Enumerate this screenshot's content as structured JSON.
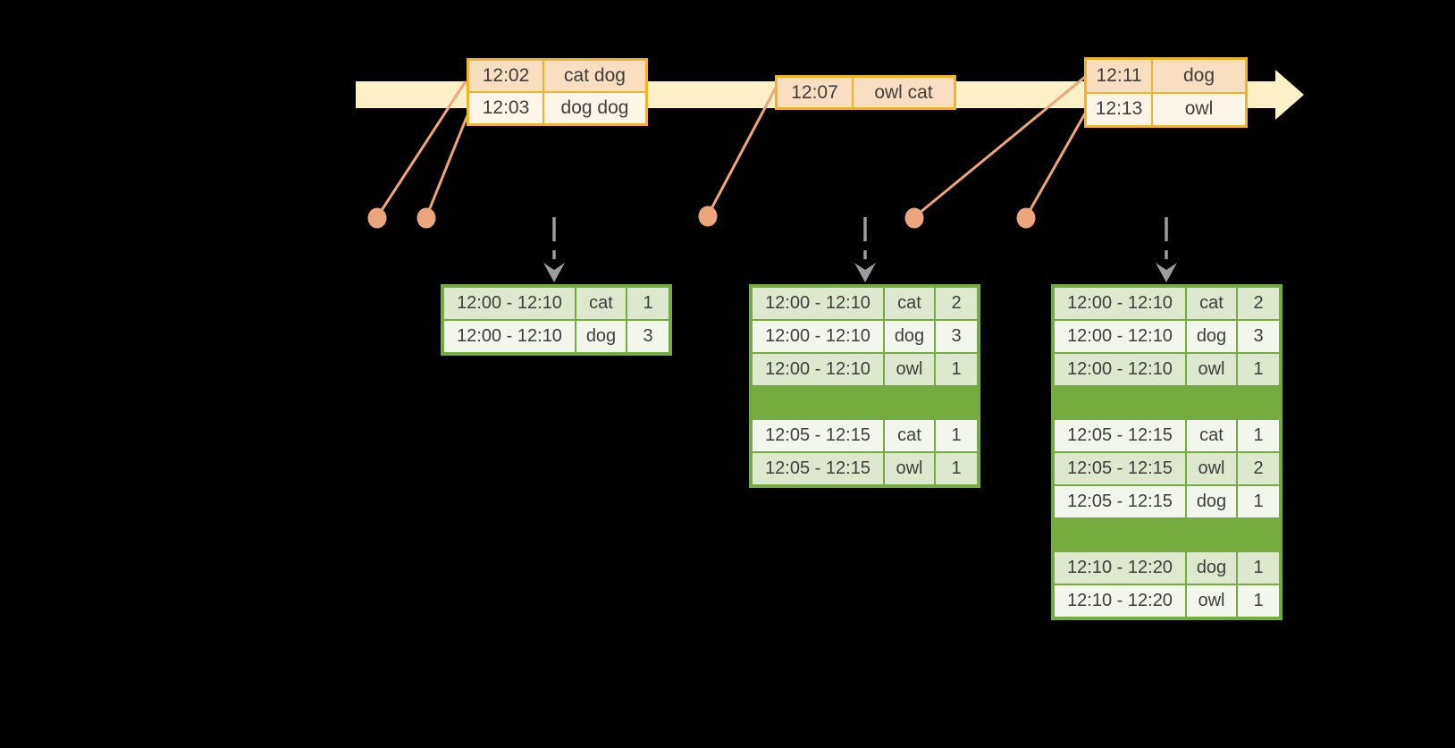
{
  "colors": {
    "background": "#000000",
    "timeline-band": "#fcf0c7",
    "event-border": "#f0b32c",
    "event-fill-dark": "#f9dfc0",
    "event-fill-light": "#fdf5e8",
    "connector": "#eda67b",
    "arrow-gray": "#9c9c9c",
    "table-border": "#74ac40",
    "row-green": "#dde8ce",
    "row-white": "#f3f6ed",
    "text": "#3e3e3e"
  },
  "timeline": {
    "events": [
      {
        "rows": [
          {
            "time": "12:02",
            "words": "cat dog"
          },
          {
            "time": "12:03",
            "words": "dog dog"
          }
        ]
      },
      {
        "rows": [
          {
            "time": "12:07",
            "words": "owl cat"
          }
        ]
      },
      {
        "rows": [
          {
            "time": "12:11",
            "words": "dog"
          },
          {
            "time": "12:13",
            "words": "owl"
          }
        ]
      }
    ]
  },
  "result_tables": [
    {
      "rows": [
        {
          "window": "12:00 - 12:10",
          "word": "cat",
          "count": 1
        },
        {
          "window": "12:00 - 12:10",
          "word": "dog",
          "count": 3
        }
      ]
    },
    {
      "rows": [
        {
          "window": "12:00 - 12:10",
          "word": "cat",
          "count": 2
        },
        {
          "window": "12:00 - 12:10",
          "word": "dog",
          "count": 3
        },
        {
          "window": "12:00 - 12:10",
          "word": "owl",
          "count": 1
        },
        {
          "window": "12:05 - 12:15",
          "word": "cat",
          "count": 1
        },
        {
          "window": "12:05 - 12:15",
          "word": "owl",
          "count": 1
        }
      ]
    },
    {
      "rows": [
        {
          "window": "12:00 - 12:10",
          "word": "cat",
          "count": 2
        },
        {
          "window": "12:00 - 12:10",
          "word": "dog",
          "count": 3
        },
        {
          "window": "12:00 - 12:10",
          "word": "owl",
          "count": 1
        },
        {
          "window": "12:05 - 12:15",
          "word": "cat",
          "count": 1
        },
        {
          "window": "12:05 - 12:15",
          "word": "owl",
          "count": 2
        },
        {
          "window": "12:05 - 12:15",
          "word": "dog",
          "count": 1
        },
        {
          "window": "12:10 - 12:20",
          "word": "dog",
          "count": 1
        },
        {
          "window": "12:10 - 12:20",
          "word": "owl",
          "count": 1
        }
      ]
    }
  ]
}
